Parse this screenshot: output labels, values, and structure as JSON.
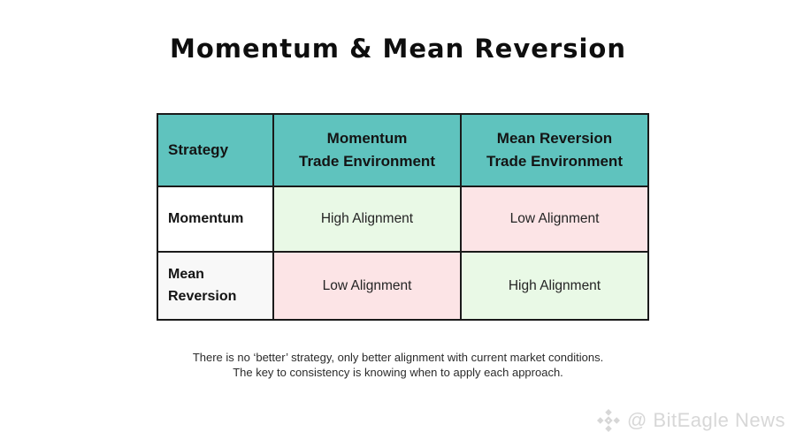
{
  "page": {
    "title": "Momentum & Mean Reversion"
  },
  "table": {
    "columns": [
      {
        "label": "Strategy"
      },
      {
        "label": "Momentum\nTrade Environment"
      },
      {
        "label": "Mean Reversion\nTrade Environment"
      }
    ],
    "rows": [
      {
        "label": "Momentum",
        "cells": [
          {
            "text": "High Alignment",
            "tone": "positive"
          },
          {
            "text": "Low Alignment",
            "tone": "negative"
          }
        ]
      },
      {
        "label": "Mean\nReversion",
        "cells": [
          {
            "text": "Low Alignment",
            "tone": "negative"
          },
          {
            "text": "High Alignment",
            "tone": "positive"
          }
        ]
      }
    ]
  },
  "caption": {
    "line1": "There is no ‘better’ strategy, only better alignment with current market conditions.",
    "line2": "The key to consistency is knowing when to apply each approach."
  },
  "watermark": {
    "text": "@ BitEagle News",
    "icon": "diamond-logo-icon"
  },
  "colors": {
    "header_bg": "#5fc3be",
    "positive_bg": "#e9f9e6",
    "negative_bg": "#fce4e6",
    "row_label_bg": "#ffffff",
    "row_label_shaded_bg": "#f8f8f8",
    "border": "#1a1a1a",
    "title_text": "#0e0e0e",
    "caption_text": "#2b2b2b",
    "watermark_text": "#d7d7d7"
  },
  "chart_data": {
    "type": "table",
    "title": "Momentum & Mean Reversion",
    "columns": [
      "Strategy",
      "Momentum Trade Environment",
      "Mean Reversion Trade Environment"
    ],
    "rows": [
      [
        "Momentum",
        "High Alignment",
        "Low Alignment"
      ],
      [
        "Mean Reversion",
        "Low Alignment",
        "High Alignment"
      ]
    ],
    "cell_tones": [
      [
        "none",
        "positive",
        "negative"
      ],
      [
        "none",
        "negative",
        "positive"
      ]
    ],
    "notes": [
      "There is no ‘better’ strategy, only better alignment with current market conditions.",
      "The key to consistency is knowing when to apply each approach."
    ]
  }
}
